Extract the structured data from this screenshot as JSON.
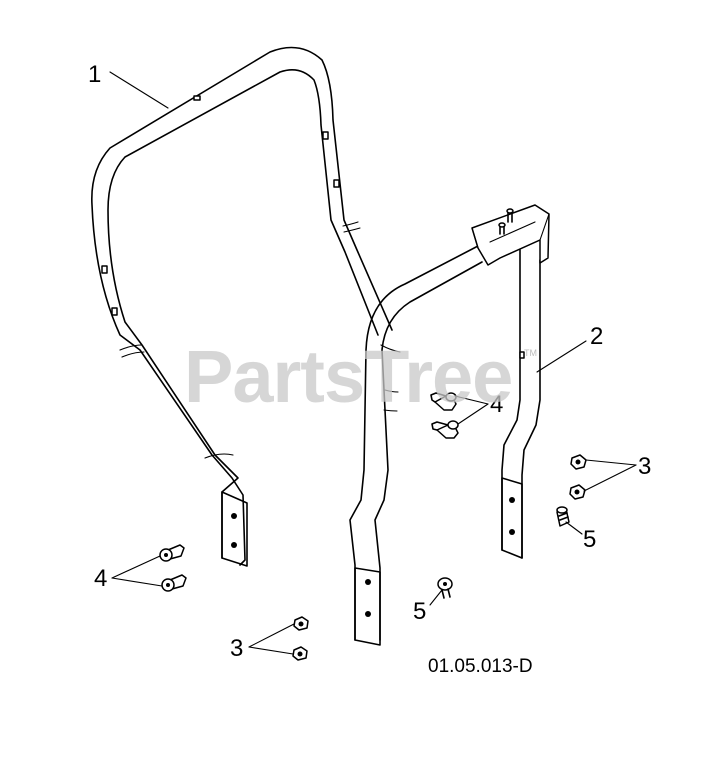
{
  "callouts": {
    "c1": "1",
    "c2": "2",
    "c3_right": "3",
    "c3_bottom": "3",
    "c4_center": "4",
    "c4_left": "4",
    "c5_right": "5",
    "c5_bottom": "5"
  },
  "drawing_code": "01.05.013-D",
  "watermark": {
    "text": "PartsTree",
    "trademark": "TM"
  },
  "colors": {
    "line": "#000000",
    "background": "#ffffff",
    "watermark": "#c9c9c9"
  }
}
